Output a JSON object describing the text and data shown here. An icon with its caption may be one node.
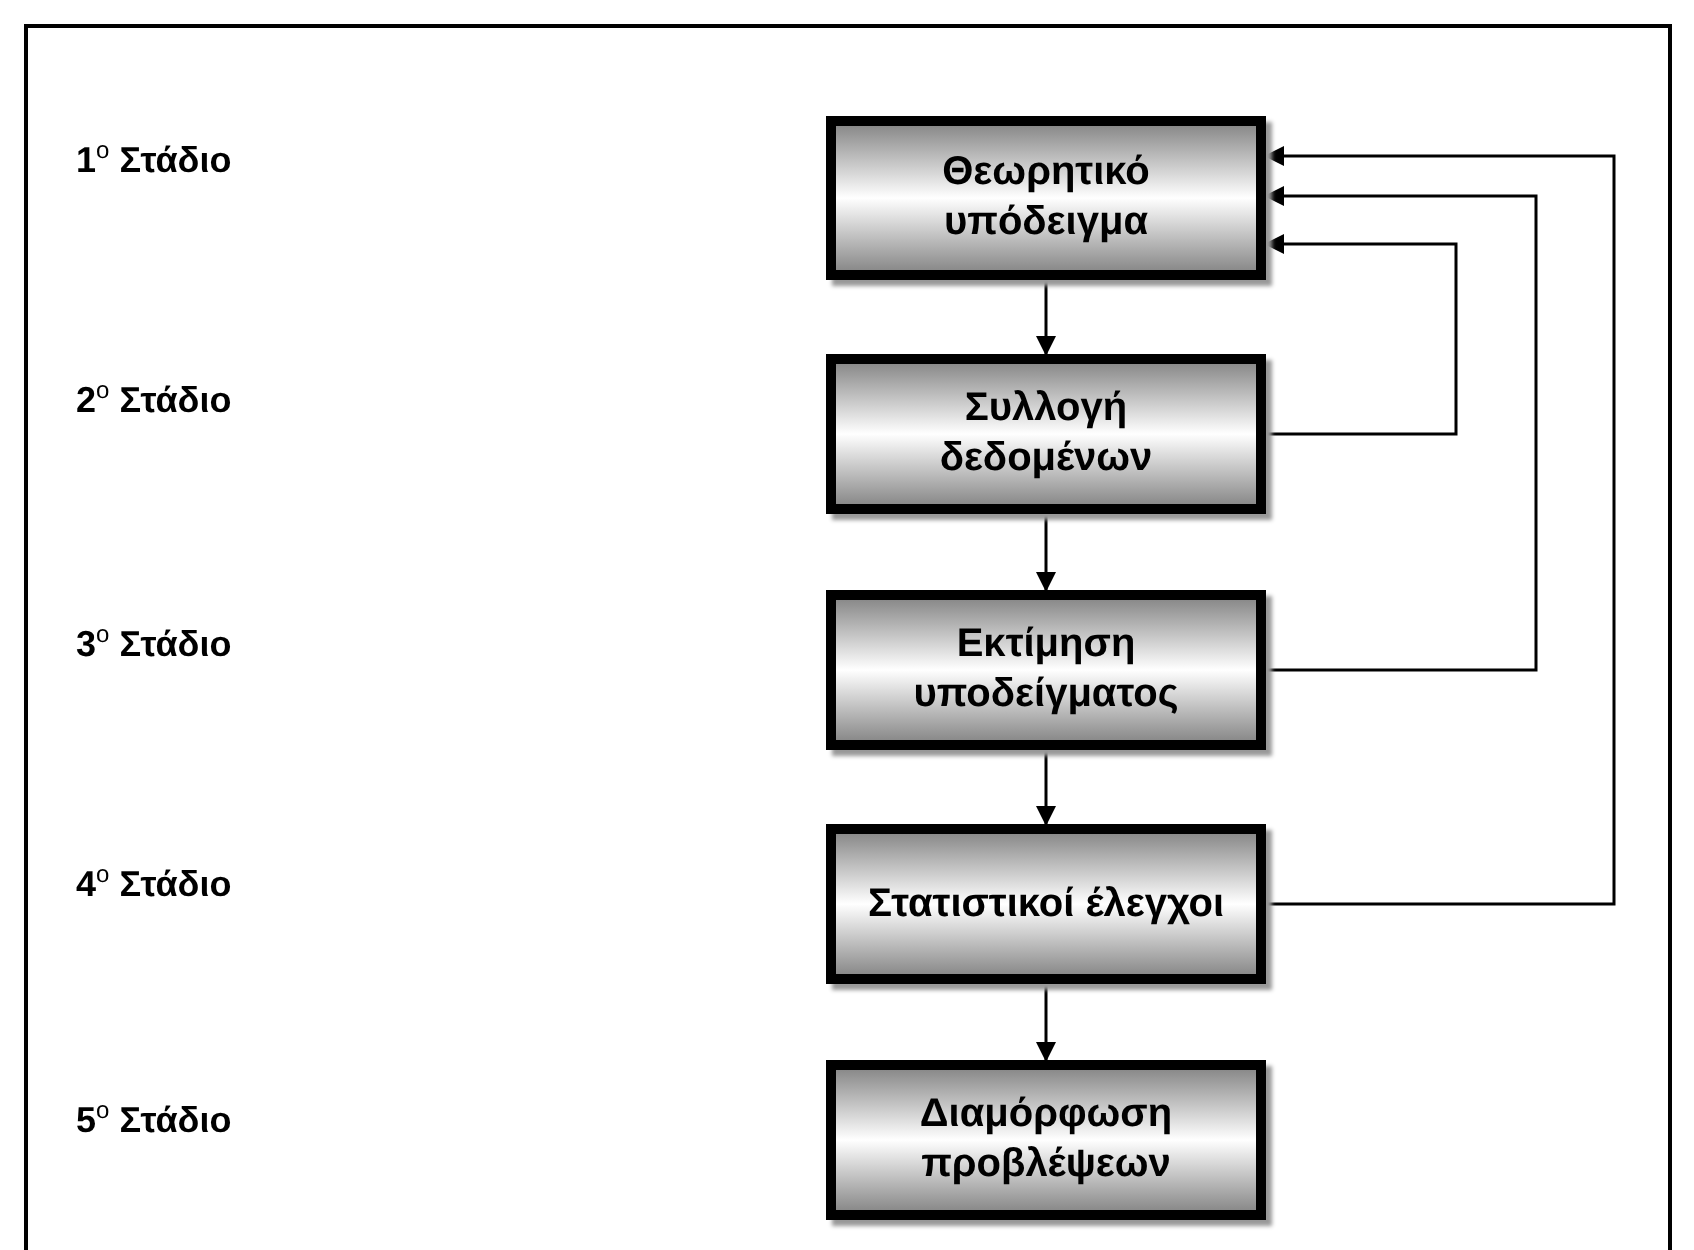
{
  "diagram": {
    "nodes": [
      {
        "text": [
          "Θεωρητικό υπόδειγμα"
        ]
      },
      {
        "text": [
          "Συλλογή δεδομένων"
        ]
      },
      {
        "text": [
          "Εκτίμηση υποδείγματος"
        ]
      },
      {
        "text": [
          "Στατιστικοί έλεγχοι"
        ]
      },
      {
        "text": [
          "Διαμόρφωση προβλέψεων"
        ]
      }
    ],
    "edges": [
      {
        "from": 0,
        "to": 1,
        "arrow": "to"
      },
      {
        "from": 1,
        "to": 2,
        "arrow": "to"
      },
      {
        "from": 2,
        "to": 3,
        "arrow": "to"
      },
      {
        "from": 3,
        "to": 4,
        "arrow": "to"
      },
      {
        "from": 1,
        "to": 0,
        "arrow": "to"
      },
      {
        "from": 2,
        "to": 0,
        "arrow": "to"
      },
      {
        "from": 3,
        "to": 0,
        "arrow": "to"
      }
    ],
    "labels": [
      "1$^{o}$ Στάδιο",
      "2$^{o}$ Στάδιο",
      "3$^{o}$ Στάδιο",
      "4$^{o}$ Στάδιο",
      "5$^{o}$ Στάδιο"
    ]
  }
}
